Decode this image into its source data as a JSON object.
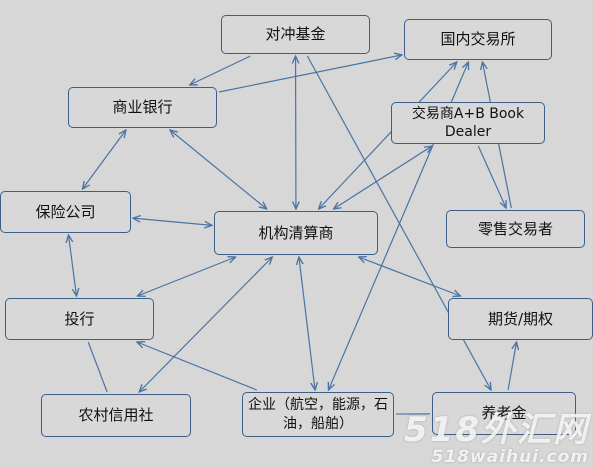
{
  "nodes": {
    "hedge_fund": "对冲基金",
    "domestic_exchange": "国内交易所",
    "commercial_bank": "商业银行",
    "dealer": "交易商A+B Book Dealer",
    "insurance": "保险公司",
    "clearing": "机构清算商",
    "retail_trader": "零售交易者",
    "investment_bank": "投行",
    "futures_options": "期货/期权",
    "rural_credit": "农村信用社",
    "enterprise": "企业（航空，能源，石油，船舶）",
    "pension": "养老金"
  },
  "watermark": {
    "logo_text": "518外汇网",
    "url": "518waihui.com"
  },
  "colors": {
    "edge": "#4a74a3",
    "border": "#3d5f86",
    "background": "#d7d7d7"
  },
  "edges": [
    [
      "hedge_fund",
      "clearing",
      "both"
    ],
    [
      "hedge_fund",
      "pension",
      "end"
    ],
    [
      "hedge_fund",
      "commercial_bank",
      "end"
    ],
    [
      "domestic_exchange",
      "commercial_bank",
      "start"
    ],
    [
      "domestic_exchange",
      "clearing",
      "both"
    ],
    [
      "domestic_exchange",
      "enterprise",
      "both"
    ],
    [
      "commercial_bank",
      "insurance",
      "both"
    ],
    [
      "commercial_bank",
      "clearing",
      "both"
    ],
    [
      "dealer",
      "clearing",
      "both"
    ],
    [
      "dealer",
      "retail_trader",
      "end"
    ],
    [
      "retail_trader",
      "domestic_exchange",
      "end"
    ],
    [
      "insurance",
      "clearing",
      "both"
    ],
    [
      "insurance",
      "investment_bank",
      "both"
    ],
    [
      "clearing",
      "investment_bank",
      "both"
    ],
    [
      "clearing",
      "rural_credit",
      "both"
    ],
    [
      "clearing",
      "futures_options",
      "both"
    ],
    [
      "clearing",
      "enterprise",
      "both"
    ],
    [
      "investment_bank",
      "enterprise",
      "start"
    ],
    [
      "investment_bank",
      "rural_credit",
      "none"
    ],
    [
      "enterprise",
      "pension",
      "none"
    ],
    [
      "pension",
      "futures_options",
      "end"
    ]
  ]
}
